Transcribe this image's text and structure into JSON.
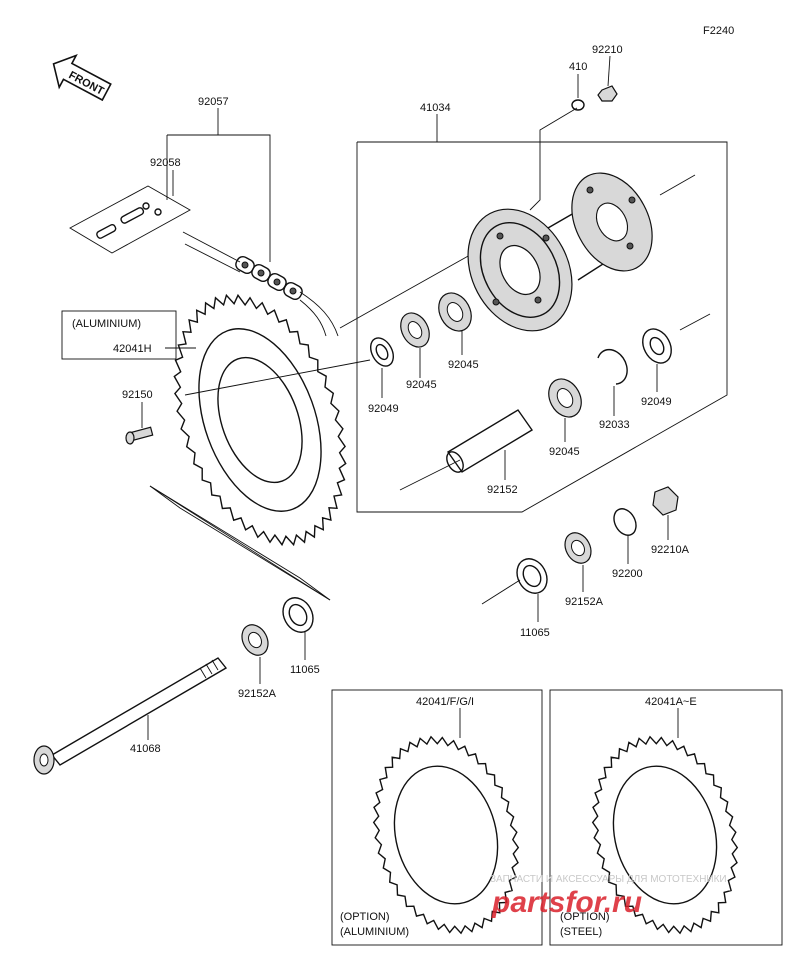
{
  "figure_code": "F2240",
  "front_arrow": "FRONT",
  "option_aluminium_top": "(ALUMINIUM)",
  "option_box_1": {
    "line1": "(OPTION)",
    "line2": "(ALUMINIUM)"
  },
  "option_box_2": {
    "line1": "(OPTION)",
    "line2": "(STEEL)"
  },
  "parts": {
    "p92210": "92210",
    "p410": "410",
    "p92057": "92057",
    "p41034": "41034",
    "p92058": "92058",
    "p42041H": "42041H",
    "p92049_l": "92049",
    "p92045_a": "92045",
    "p92045_b": "92045",
    "p92150": "92150",
    "p92049_r": "92049",
    "p92033": "92033",
    "p92045_c": "92045",
    "p92152": "92152",
    "p92210A": "92210A",
    "p92200": "92200",
    "p92152A_r": "92152A",
    "p11065_r": "11065",
    "p11065_l": "11065",
    "p92152A_l": "92152A",
    "p41068": "41068",
    "p42041FGI": "42041/F/G/I",
    "p42041AE": "42041A~E"
  },
  "watermark": {
    "tagline": "ЗАПЧАСТИ И АКСЕССУАРЫ ДЛЯ МОТОТЕХНИКИ",
    "brand": "partsfor.ru",
    "brand_color": "#d9202a"
  }
}
